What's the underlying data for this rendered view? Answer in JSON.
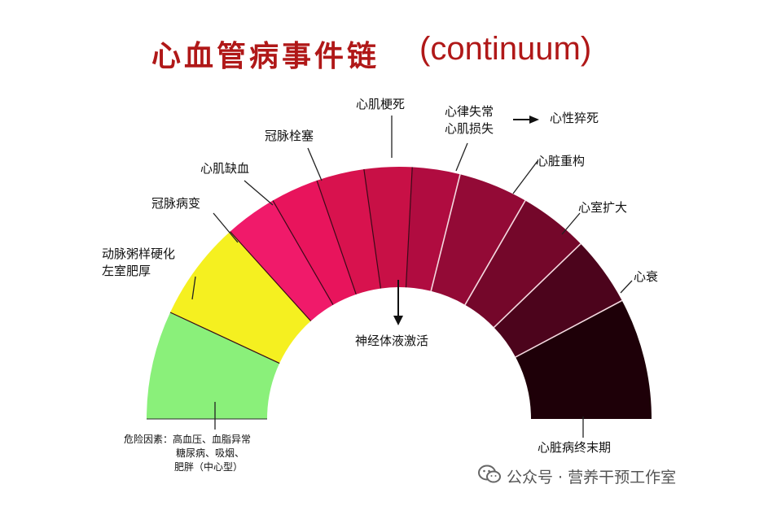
{
  "title": {
    "chinese": "心血管病事件链",
    "english": "(continuum)"
  },
  "stages": [
    {
      "label": "危险因素：高血压、血脂异常",
      "label2": "糖尿病、吸烟、",
      "label3": "肥胖（中心型）",
      "color": "#8af07a"
    },
    {
      "label": "动脉粥样硬化",
      "label2": "左室肥厚",
      "color": "#f5f020"
    },
    {
      "label": "冠脉病变",
      "color": "#f01a6a"
    },
    {
      "label": "心肌缺血",
      "color": "#e8145c"
    },
    {
      "label": "冠脉栓塞",
      "color": "#d8124e"
    },
    {
      "label": "心肌梗死",
      "color": "#c81046"
    },
    {
      "label": "心律失常",
      "label2": "心肌损失",
      "color": "#b00c40"
    },
    {
      "label": "心脏重构",
      "color": "#930a36"
    },
    {
      "label": "心室扩大",
      "color": "#74072a"
    },
    {
      "label": "心衰",
      "color": "#4c041c"
    },
    {
      "label": "心脏病终末期",
      "color": "#1e0008"
    }
  ],
  "arrow_label": "心性猝死",
  "center_label": "神经体液激活",
  "watermark": "公众号 · 营养干预工作室"
}
